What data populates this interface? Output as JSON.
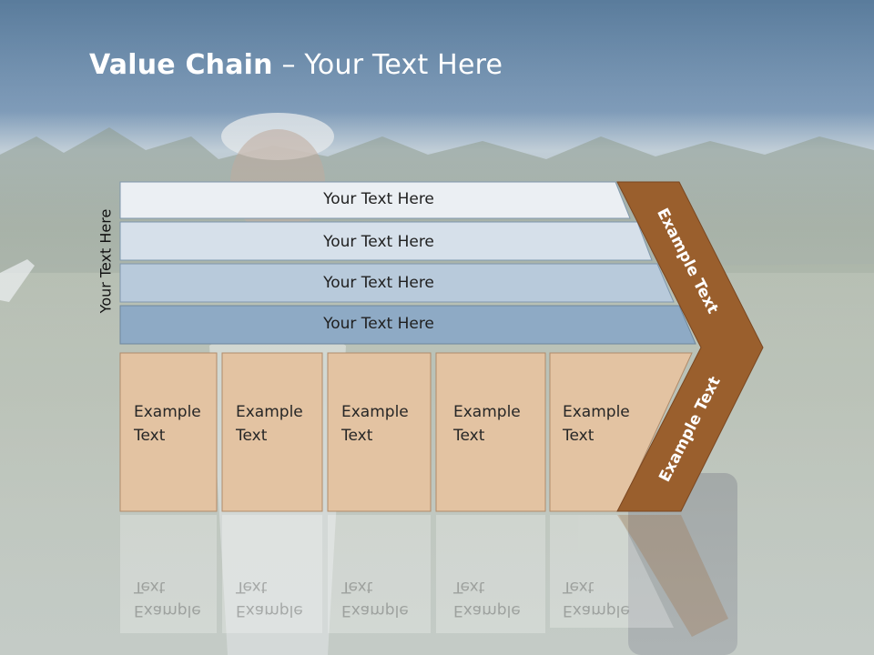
{
  "title": {
    "bold": "Value Chain",
    "rest": " – Your Text Here"
  },
  "side_label": "Your Text Here",
  "rows": [
    {
      "label": "Your Text Here",
      "fill": "#ebeff3"
    },
    {
      "label": "Your Text Here",
      "fill": "#d6e0ea"
    },
    {
      "label": "Your Text Here",
      "fill": "#b8cadb"
    },
    {
      "label": "Your Text Here",
      "fill": "#8eaac5"
    }
  ],
  "cells": [
    {
      "line1": "Example",
      "line2": "Text"
    },
    {
      "line1": "Example",
      "line2": "Text"
    },
    {
      "line1": "Example",
      "line2": "Text"
    },
    {
      "line1": "Example",
      "line2": "Text"
    },
    {
      "line1": "Example",
      "line2": "Text"
    }
  ],
  "arrow": {
    "upper": "Example Text",
    "lower": "Example Text"
  },
  "colors": {
    "cell": "#e3c3a2",
    "arrow": "#9a5f2d",
    "sky": "#6f8fb0"
  }
}
